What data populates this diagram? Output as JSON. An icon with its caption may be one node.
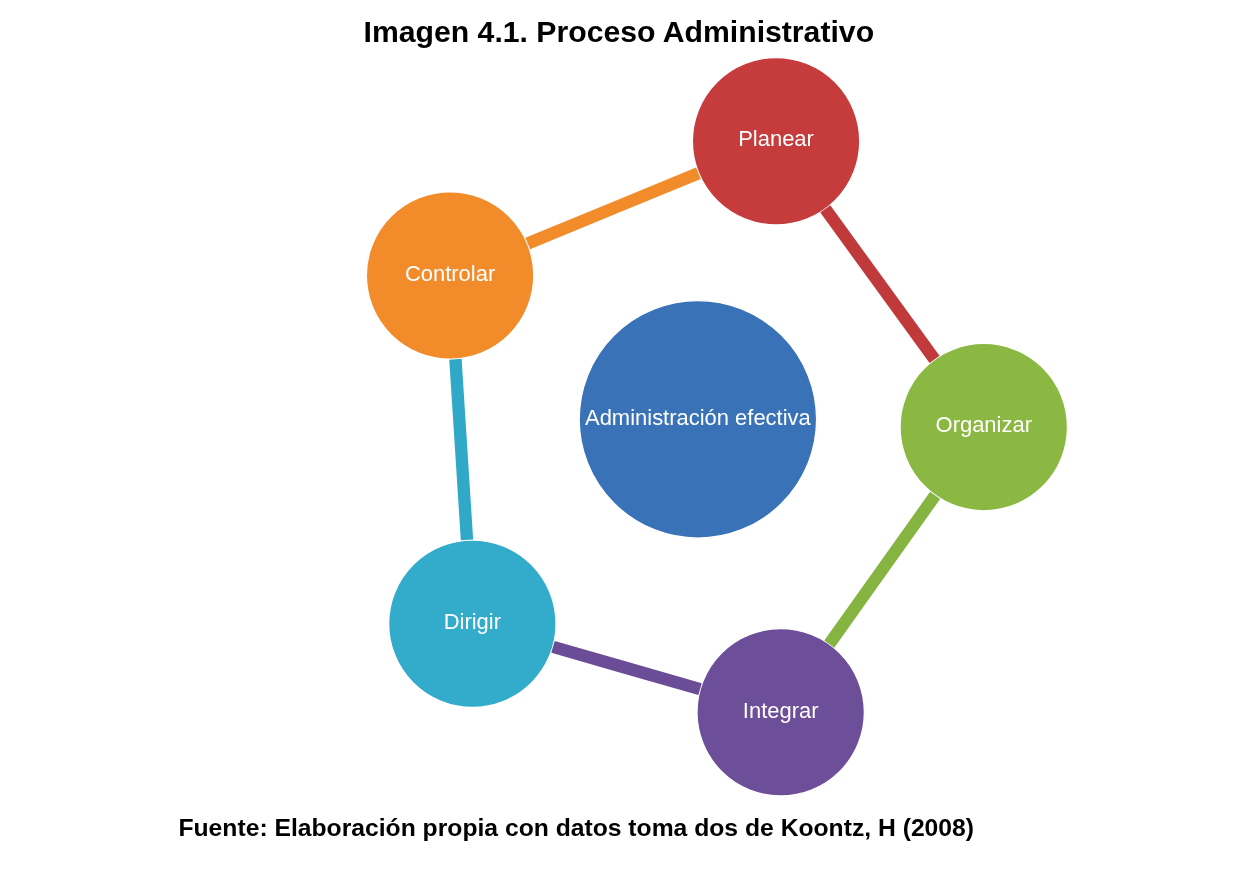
{
  "diagram": {
    "title": "Imagen 4.1. Proceso Administrativo",
    "caption": "Fuente: Elaboración propia con datos toma dos de Koontz, H (2008)",
    "nodes": [
      {
        "text": [
          "Planear"
        ]
      },
      {
        "text": [
          "Organizar"
        ]
      },
      {
        "text": [
          "Integrar"
        ]
      },
      {
        "text": [
          "Dirigir"
        ]
      },
      {
        "text": [
          "Controlar"
        ]
      },
      {
        "text": [
          "Administración efectiva"
        ]
      }
    ],
    "edges": [
      {
        "from": 0,
        "to": 1,
        "arrow": "none",
        "color": "#c0393b"
      },
      {
        "from": 1,
        "to": 2,
        "arrow": "none",
        "color": "#86b440"
      },
      {
        "from": 2,
        "to": 3,
        "arrow": "none",
        "color": "#6b4c96"
      },
      {
        "from": 3,
        "to": 4,
        "arrow": "none",
        "color": "#30a8c8"
      },
      {
        "from": 4,
        "to": 0,
        "arrow": "none",
        "color": "#f28b2a"
      }
    ]
  }
}
